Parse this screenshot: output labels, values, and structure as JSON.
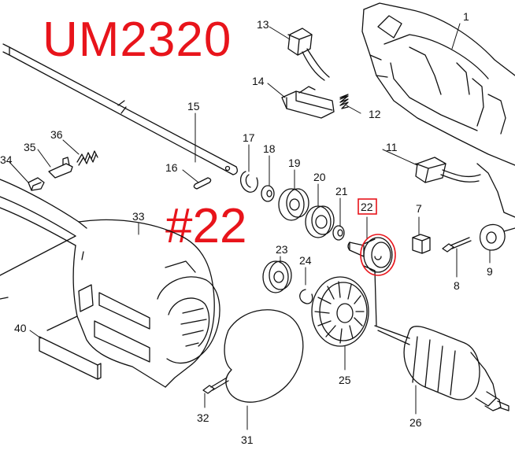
{
  "title": "UM2320",
  "highlight": "#22",
  "highlighted_part": "22",
  "colors": {
    "accent": "#e8141b",
    "line": "#111111",
    "background": "#ffffff"
  },
  "part_numbers": [
    "1",
    "7",
    "8",
    "9",
    "11",
    "12",
    "13",
    "14",
    "15",
    "16",
    "17",
    "18",
    "19",
    "20",
    "21",
    "22",
    "23",
    "24",
    "25",
    "26",
    "31",
    "32",
    "33",
    "34",
    "35",
    "36",
    "40"
  ]
}
